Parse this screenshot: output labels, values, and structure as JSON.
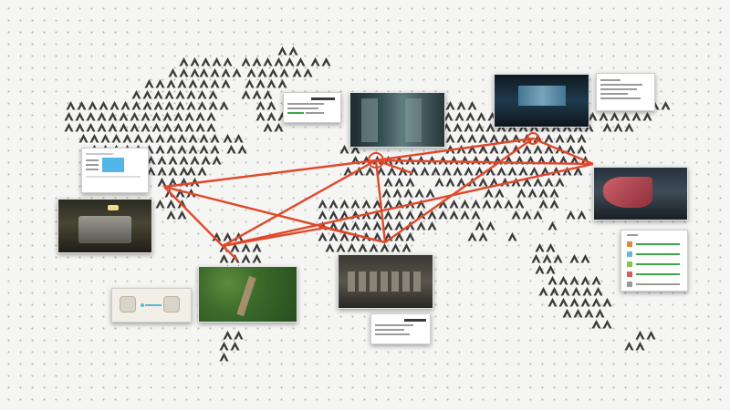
{
  "colors": {
    "route": "#e0482a",
    "map": "#3b3b3b",
    "dots": "#b9b9b9"
  },
  "icons": {
    "map_glyph": "chevron-arrow-icon"
  },
  "route_nodes": [
    {
      "id": "west"
    },
    {
      "id": "south-west"
    },
    {
      "id": "center-north"
    },
    {
      "id": "center"
    },
    {
      "id": "center-south"
    },
    {
      "id": "east"
    },
    {
      "id": "far-east"
    }
  ]
}
